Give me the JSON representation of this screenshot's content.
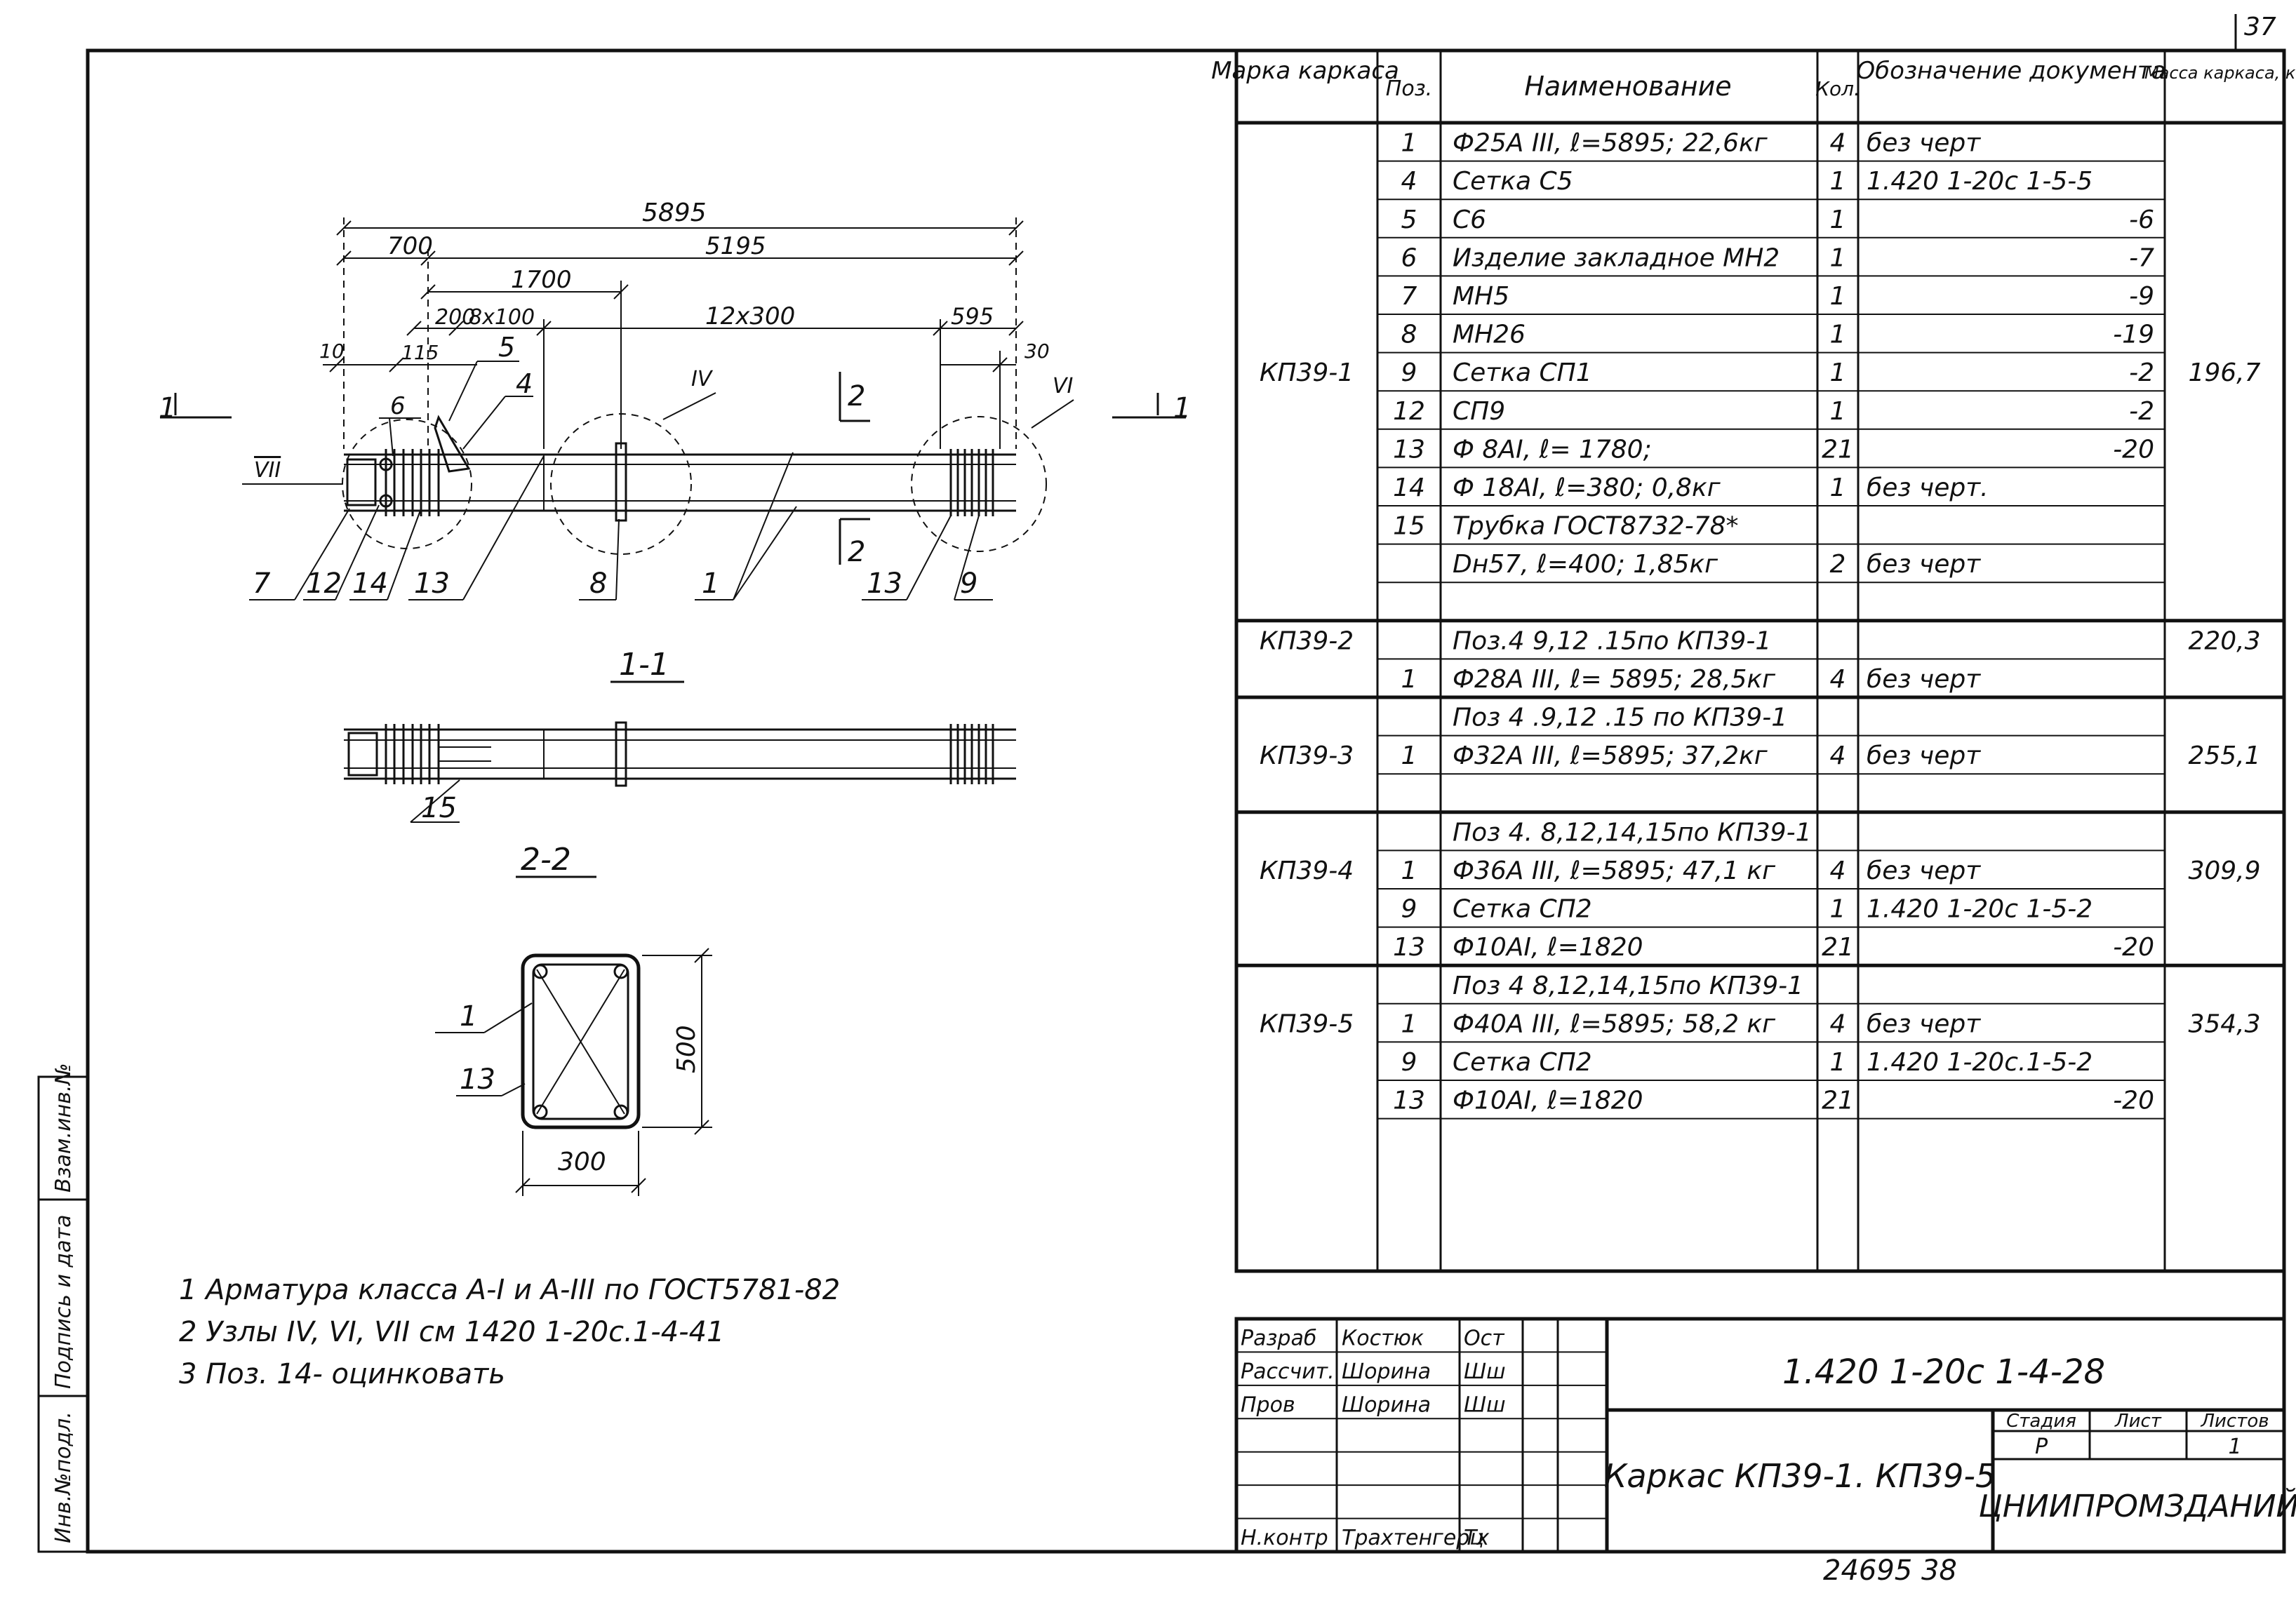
{
  "corner_page_number": "37",
  "footer_number": "24695  38",
  "drawing": {
    "dims": {
      "total": "5895",
      "d700": "700",
      "d5195": "5195",
      "d1700": "1700",
      "d200": "200",
      "d8x100": "8x100",
      "d12x300": "12x300",
      "d595": "595",
      "d10": "10",
      "d115": "115",
      "d30": "30"
    },
    "nodes": {
      "vii": "VII",
      "iv": "IV",
      "vi": "VI"
    },
    "section_marks": {
      "cut1_left": "1",
      "cut1_right": "1",
      "cut2_top": "2",
      "cut2_bottom": "2"
    },
    "callouts": {
      "c6": "6",
      "c5": "5",
      "c4": "4",
      "c7": "7",
      "c12": "12",
      "c14": "14",
      "c13": "13",
      "c8": "8",
      "c1": "1",
      "c13b": "13",
      "c9": "9"
    },
    "view_1_1": "1-1",
    "view_1_1_callout": "15",
    "view_2_2": "2-2",
    "section_2_2": {
      "c1": "1",
      "c13": "13",
      "height": "500",
      "width": "300"
    }
  },
  "notes": [
    "1 Арматура  класса  A-I и A-III по  ГОСТ5781-82",
    "2 Узлы  IV, VI, VII см  1420 1-20с.1-4-41",
    "3  Поз. 14- оцинковать"
  ],
  "left_strip": [
    "Инв.№подл.",
    "Подпись и дата",
    "Взам.инв.№"
  ],
  "spec_table": {
    "headers": {
      "mark": "Марка каркаса",
      "pos": "Поз.",
      "name": "Наименование",
      "qty": "Кол.",
      "doc": "Обозначение документа",
      "mass": "Масса каркаса, кг"
    },
    "rows": [
      {
        "mark": "",
        "pos": "1",
        "name": "Ф25А III, ℓ=5895; 22,6кг",
        "qty": "4",
        "doc": "без черт",
        "mass": ""
      },
      {
        "mark": "",
        "pos": "4",
        "name": "Сетка С5",
        "qty": "1",
        "doc": "1.420 1-20с 1-5-5",
        "mass": ""
      },
      {
        "mark": "",
        "pos": "5",
        "name": "С6",
        "qty": "1",
        "doc": "-6",
        "mass": ""
      },
      {
        "mark": "",
        "pos": "6",
        "name": "Изделие закладное МН2",
        "qty": "1",
        "doc": "-7",
        "mass": ""
      },
      {
        "mark": "",
        "pos": "7",
        "name": "МН5",
        "qty": "1",
        "doc": "-9",
        "mass": ""
      },
      {
        "mark": "",
        "pos": "8",
        "name": "МН26",
        "qty": "1",
        "doc": "-19",
        "mass": ""
      },
      {
        "mark": "КП39-1",
        "pos": "9",
        "name": "Сетка СП1",
        "qty": "1",
        "doc": "-2",
        "mass": "196,7"
      },
      {
        "mark": "",
        "pos": "12",
        "name": "СП9",
        "qty": "1",
        "doc": "-2",
        "mass": ""
      },
      {
        "mark": "",
        "pos": "13",
        "name": "Ф 8АI, ℓ= 1780;",
        "qty": "21",
        "doc": "-20",
        "mass": ""
      },
      {
        "mark": "",
        "pos": "14",
        "name": "Ф 18АI, ℓ=380; 0,8кг",
        "qty": "1",
        "doc": "без черт.",
        "mass": ""
      },
      {
        "mark": "",
        "pos": "15",
        "name": "Трубка ГОСТ8732-78*",
        "qty": "",
        "doc": "",
        "mass": ""
      },
      {
        "mark": "",
        "pos": "",
        "name": "Dн57, ℓ=400; 1,85кг",
        "qty": "2",
        "doc": "без черт",
        "mass": ""
      },
      {
        "mark": "",
        "pos": "",
        "name": "",
        "qty": "",
        "doc": "",
        "mass": ""
      },
      {
        "mark": "КП39-2",
        "pos": "",
        "name": "Поз.4 9,12 .15по КП39-1",
        "qty": "",
        "doc": "",
        "mass": "220,3"
      },
      {
        "mark": "",
        "pos": "1",
        "name": "Ф28А III, ℓ= 5895; 28,5кг",
        "qty": "4",
        "doc": "без черт",
        "mass": ""
      },
      {
        "mark": "",
        "pos": "",
        "name": "Поз 4 .9,12 .15 по КП39-1",
        "qty": "",
        "doc": "",
        "mass": ""
      },
      {
        "mark": "КП39-3",
        "pos": "1",
        "name": "Ф32А III, ℓ=5895; 37,2кг",
        "qty": "4",
        "doc": "без черт",
        "mass": "255,1"
      },
      {
        "mark": "",
        "pos": "",
        "name": "",
        "qty": "",
        "doc": "",
        "mass": ""
      },
      {
        "mark": "",
        "pos": "",
        "name": "Поз 4. 8,12,14,15по КП39-1",
        "qty": "",
        "doc": "",
        "mass": ""
      },
      {
        "mark": "КП39-4",
        "pos": "1",
        "name": "Ф36А III, ℓ=5895; 47,1 кг",
        "qty": "4",
        "doc": "без черт",
        "mass": "309,9"
      },
      {
        "mark": "",
        "pos": "9",
        "name": "Сетка СП2",
        "qty": "1",
        "doc": "1.420 1-20с 1-5-2",
        "mass": ""
      },
      {
        "mark": "",
        "pos": "13",
        "name": "Ф10АI, ℓ=1820",
        "qty": "21",
        "doc": "-20",
        "mass": ""
      },
      {
        "mark": "",
        "pos": "",
        "name": "Поз 4  8,12,14,15по КП39-1",
        "qty": "",
        "doc": "",
        "mass": ""
      },
      {
        "mark": "КП39-5",
        "pos": "1",
        "name": "Ф40А III, ℓ=5895; 58,2 кг",
        "qty": "4",
        "doc": "без черт",
        "mass": "354,3"
      },
      {
        "mark": "",
        "pos": "9",
        "name": "Сетка СП2",
        "qty": "1",
        "doc": "1.420 1-20с.1-5-2",
        "mass": ""
      },
      {
        "mark": "",
        "pos": "13",
        "name": "Ф10АI, ℓ=1820",
        "qty": "21",
        "doc": "-20",
        "mass": ""
      }
    ]
  },
  "title_block": {
    "roles": [
      {
        "role": "Разраб",
        "name": "Костюк",
        "sign": "Ост"
      },
      {
        "role": "Рассчит.",
        "name": "Шорина",
        "sign": "Шш"
      },
      {
        "role": "Пров",
        "name": "Шорина",
        "sign": "Шш"
      },
      {
        "role": "",
        "name": "",
        "sign": ""
      },
      {
        "role": "",
        "name": "",
        "sign": ""
      },
      {
        "role": "",
        "name": "",
        "sign": ""
      },
      {
        "role": "Н.контр",
        "name": "Трахтенгерц",
        "sign": "Тх"
      }
    ],
    "doc_code": "1.420 1-20с 1-4-28",
    "title": "Каркас КП39-1. КП39-5",
    "stage_label": "Стадия",
    "sheet_label": "Лист",
    "sheets_label": "Листов",
    "stage": "Р",
    "sheets": "1",
    "org": "ЦНИИПРОМЗДАНИЙ"
  }
}
